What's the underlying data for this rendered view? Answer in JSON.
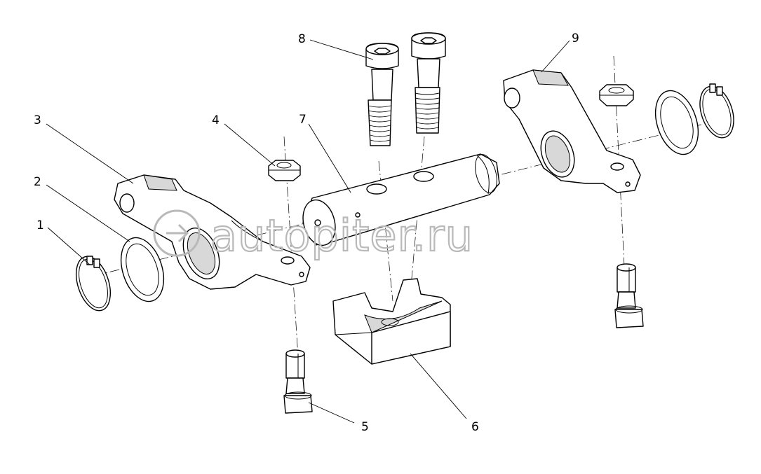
{
  "callouts": [
    {
      "id": "1",
      "label": "1"
    },
    {
      "id": "2",
      "label": "2"
    },
    {
      "id": "3",
      "label": "3"
    },
    {
      "id": "4",
      "label": "4"
    },
    {
      "id": "5",
      "label": "5"
    },
    {
      "id": "6",
      "label": "6"
    },
    {
      "id": "7",
      "label": "7"
    },
    {
      "id": "8",
      "label": "8"
    },
    {
      "id": "9",
      "label": "9"
    }
  ],
  "watermark": {
    "text": "autopiter.ru"
  }
}
